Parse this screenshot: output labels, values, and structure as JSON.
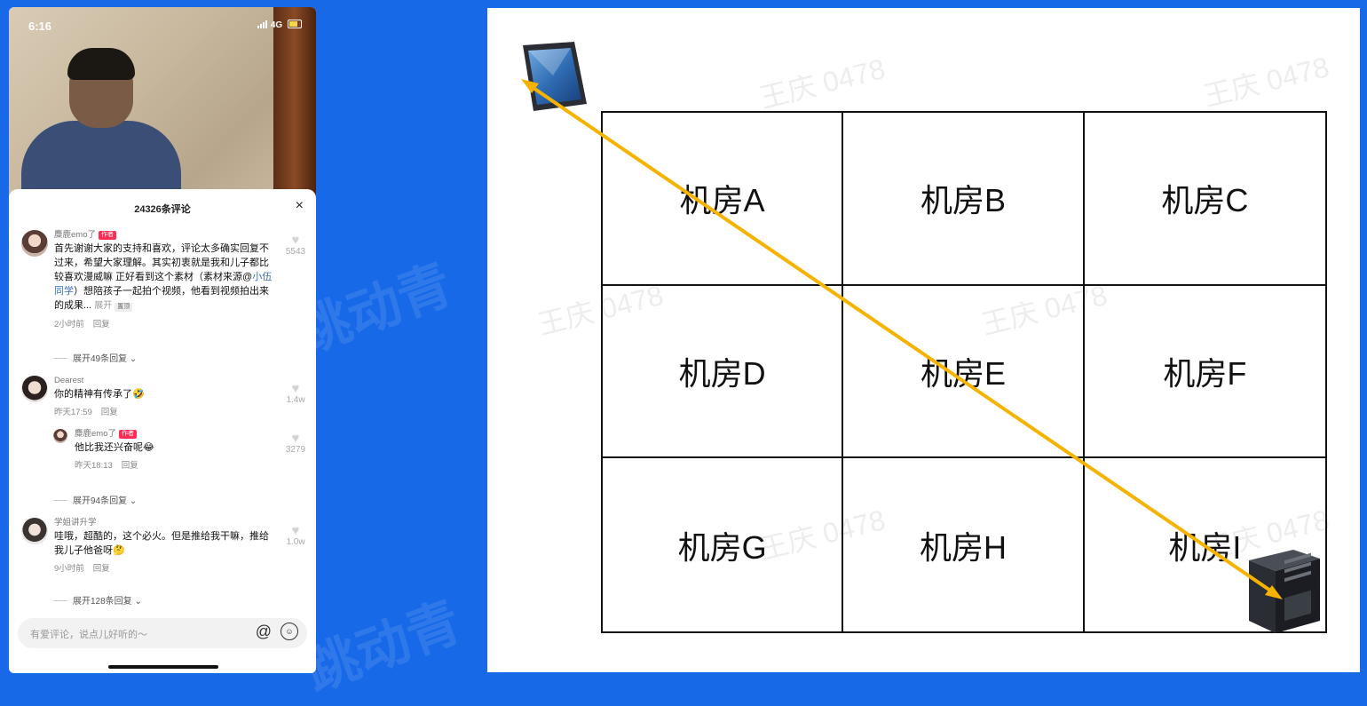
{
  "phone": {
    "status": {
      "time": "6:16",
      "network": "4G"
    },
    "comments_header": {
      "title": "24326条评论",
      "close": "×"
    },
    "comments": [
      {
        "user": "麋鹿emo了",
        "tag": "作者",
        "text": "首先谢谢大家的支持和喜欢，评论太多确实回复不过来，希望大家理解。其实初衷就是我和儿子都比较喜欢漫威嘛  正好看到这个素材（素材来源@",
        "link": "小伍同学",
        "text2": "）想陪孩子一起拍个视频，他看到视频拍出来的成果...",
        "more": "展开",
        "pin": "置顶",
        "time": "2小时前",
        "reply": "回复",
        "likes": "5543",
        "expand": "展开49条回复"
      },
      {
        "user": "Dearest",
        "text": "你的精神有传承了🤣",
        "time": "昨天17:59",
        "reply": "回复",
        "likes": "1.4w",
        "sub": {
          "user": "麋鹿emo了",
          "tag": "作者",
          "text": "他比我还兴奋呢😂",
          "time": "昨天18:13",
          "reply": "回复",
          "likes": "3279"
        },
        "expand": "展开94条回复"
      },
      {
        "user": "学姐讲升学",
        "text": "哇哦，超酷的，这个必火。但是推给我干嘛，推给我儿子他爸呀🤔",
        "time": "9小时前",
        "reply": "回复",
        "likes": "1.0w",
        "expand": "展开128条回复"
      }
    ],
    "input": {
      "placeholder": "有爱评论，说点儿好听的～",
      "at": "@",
      "emoji": "☺"
    }
  },
  "diagram": {
    "rooms": [
      "机房A",
      "机房B",
      "机房C",
      "机房D",
      "机房E",
      "机房F",
      "机房G",
      "机房H",
      "机房I"
    ],
    "watermark": "王庆 0478",
    "arrow_color": "#f5b300"
  },
  "watermark_blue": "跳动青"
}
